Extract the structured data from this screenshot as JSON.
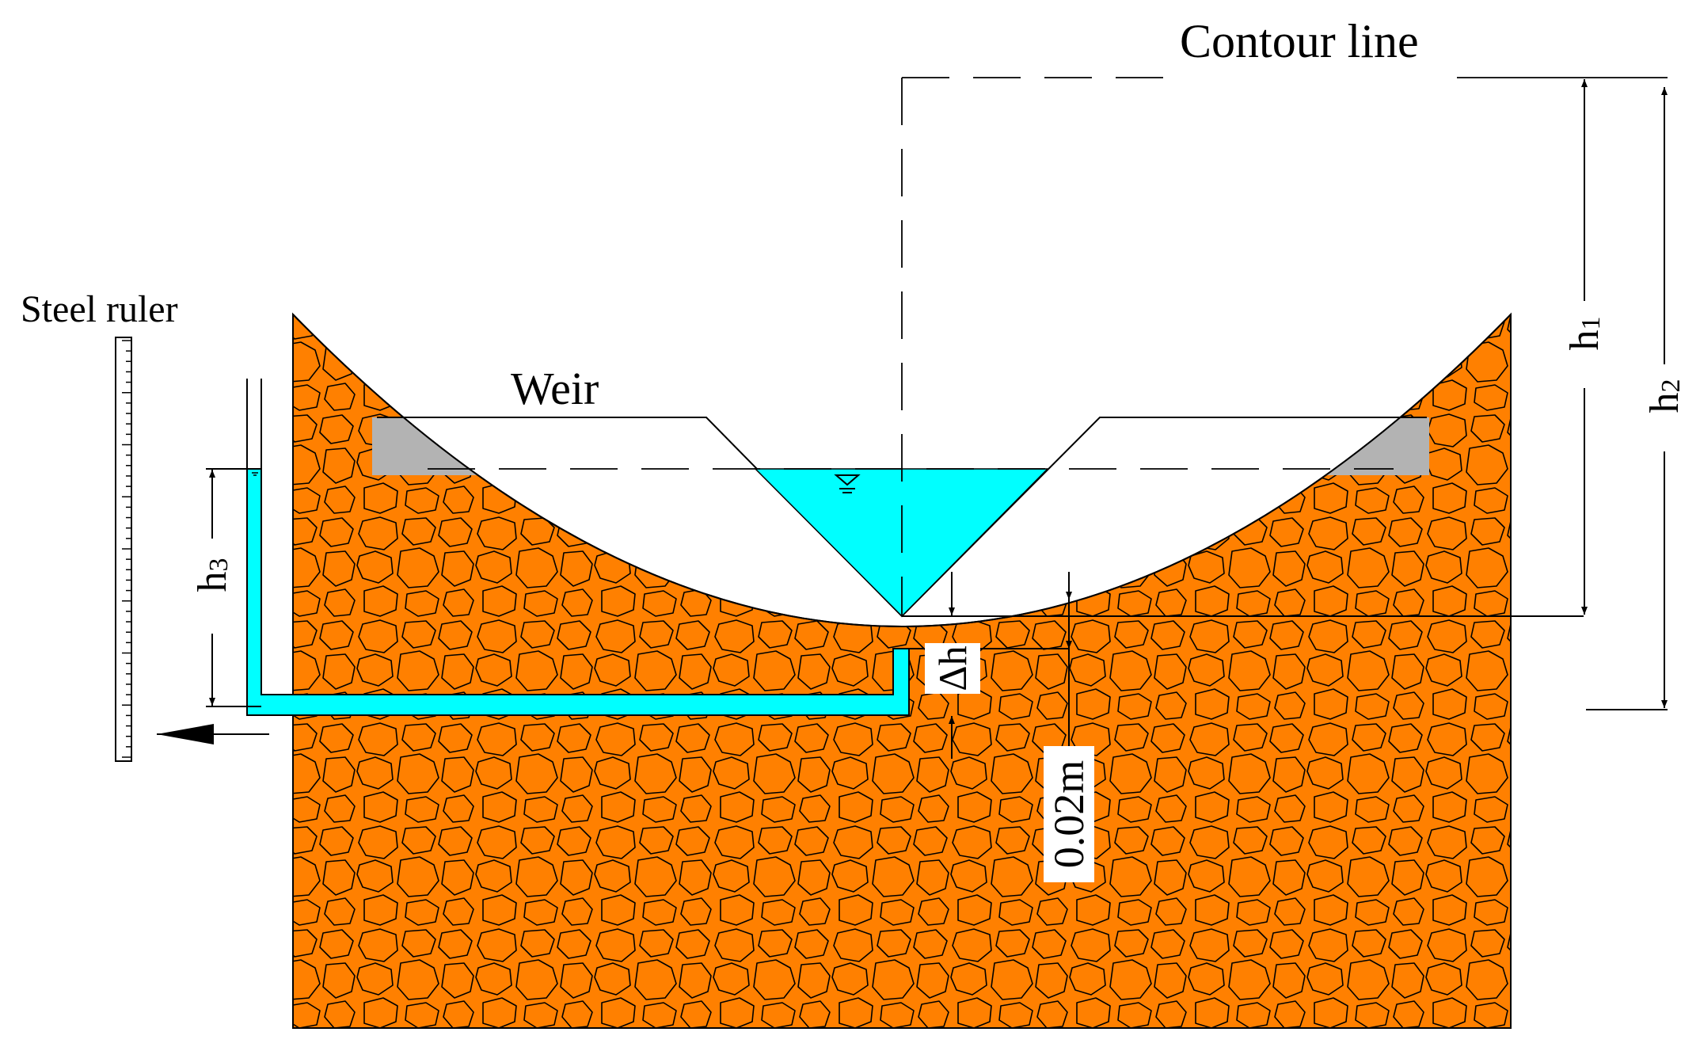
{
  "labels": {
    "contour_line": "Contour line",
    "steel_ruler": "Steel ruler",
    "weir": "Weir",
    "h1": "h1",
    "h2": "h2",
    "h3": "h3",
    "delta_h": "Δh",
    "offset": "0.02m"
  },
  "colors": {
    "soil": "#FF8000",
    "weir": "#B3B3B3",
    "water": "#00FFFF",
    "line": "#000000",
    "background": "#FFFFFF"
  },
  "ruler_tick_count": 40
}
